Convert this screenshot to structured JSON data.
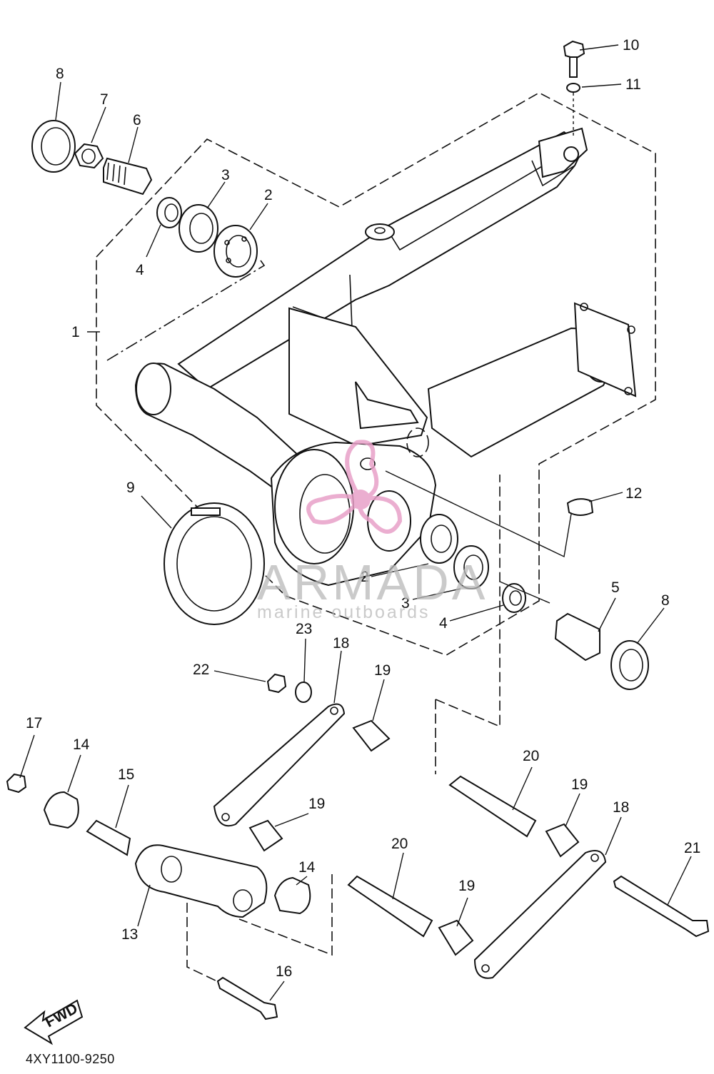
{
  "diagram": {
    "drawing_code": "4XY1100-9250",
    "fwd_label": "FWD",
    "callouts": [
      "1",
      "2",
      "3",
      "4",
      "5",
      "6",
      "7",
      "8",
      "9",
      "10",
      "11",
      "12",
      "13",
      "14",
      "15",
      "16",
      "17",
      "18",
      "19",
      "20",
      "21",
      "22",
      "23"
    ],
    "line_color": "#111111",
    "background": "#ffffff"
  },
  "watermark": {
    "brand": "ARMADA",
    "tagline": "marine outboards",
    "brand_color": "#b9b9b9",
    "logo_color": "#e8a0c8"
  }
}
